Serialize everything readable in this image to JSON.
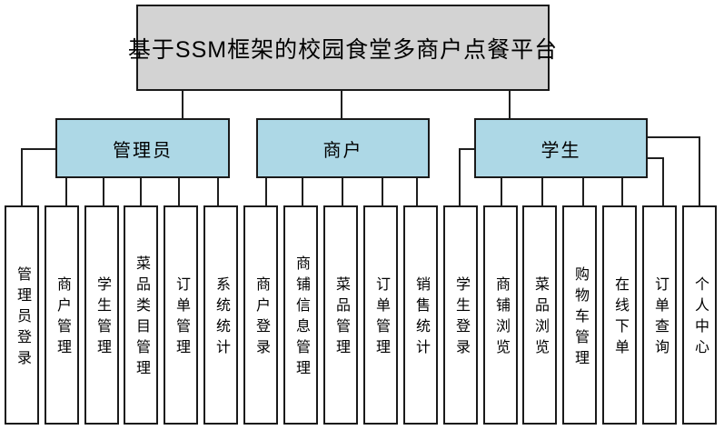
{
  "diagram": {
    "title": "基于SSM框架的校园食堂多商户点餐平台",
    "branches": [
      {
        "label": "管理员",
        "children": [
          "管理员登录",
          "商户管理",
          "学生管理",
          "菜品类目管理",
          "订单管理",
          "系统统计"
        ]
      },
      {
        "label": "商户",
        "children": [
          "商户登录",
          "商铺信息管理",
          "菜品管理",
          "订单管理",
          "销售统计"
        ]
      },
      {
        "label": "学生",
        "children": [
          "学生登录",
          "商铺浏览",
          "菜品浏览",
          "购物车管理",
          "在线下单",
          "订单查询",
          "个人中心"
        ]
      }
    ],
    "leaves": [
      "管理员登录",
      "商户管理",
      "学生管理",
      "菜品类目管理",
      "订单管理",
      "系统统计",
      "商户登录",
      "商铺信息管理",
      "菜品管理",
      "订单管理",
      "销售统计",
      "学生登录",
      "商铺浏览",
      "菜品浏览",
      "购物车管理",
      "在线下单",
      "订单查询",
      "个人中心"
    ],
    "colors": {
      "title_fill": "#d3d3d3",
      "branch_fill": "#add8e6",
      "leaf_fill": "#ffffff",
      "border": "#1a1a1a",
      "line": "#1f1f1f",
      "text": "#000000"
    }
  }
}
